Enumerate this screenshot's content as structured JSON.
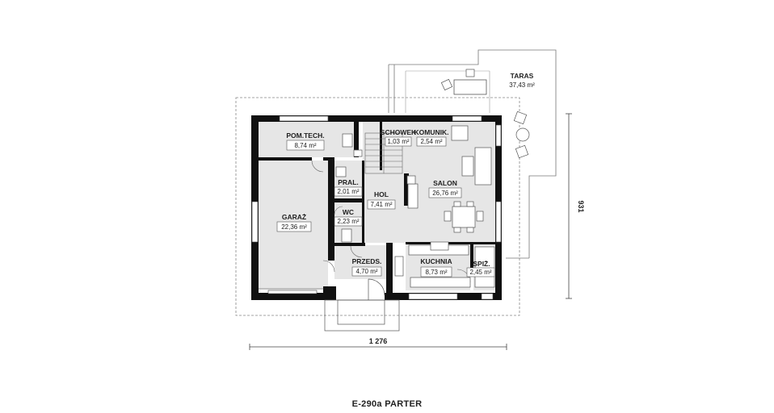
{
  "drawing": {
    "caption": "E-290a PARTER",
    "width_dimension": "1 276",
    "depth_dimension": "931"
  },
  "rooms": {
    "taras": {
      "name": "TARAS",
      "area": "37,43 m²"
    },
    "pomtech": {
      "name": "POM.TECH.",
      "area": "8,74 m²"
    },
    "schowek": {
      "name": "SCHOWEK",
      "area": "1,03 m²"
    },
    "komunik": {
      "name": "KOMUNIK.",
      "area": "2,54 m²"
    },
    "pral": {
      "name": "PRAL.",
      "area": "2,01 m²"
    },
    "hol": {
      "name": "HOL",
      "area": "7,41 m²"
    },
    "salon": {
      "name": "SALON",
      "area": "26,76 m²"
    },
    "garaz": {
      "name": "GARAŻ",
      "area": "22,36 m²"
    },
    "wc": {
      "name": "WC",
      "area": "2,23 m²"
    },
    "przeds": {
      "name": "PRZEDS.",
      "area": "4,70 m²"
    },
    "kuchnia": {
      "name": "KUCHNIA",
      "area": "8,73 m²"
    },
    "spiz": {
      "name": "SPIŻ.",
      "area": "2,45 m²"
    }
  },
  "colors": {
    "wall": "#111111",
    "room_fill": "#e6e6e6",
    "line": "#555555",
    "dashed_outline": "#888888"
  }
}
